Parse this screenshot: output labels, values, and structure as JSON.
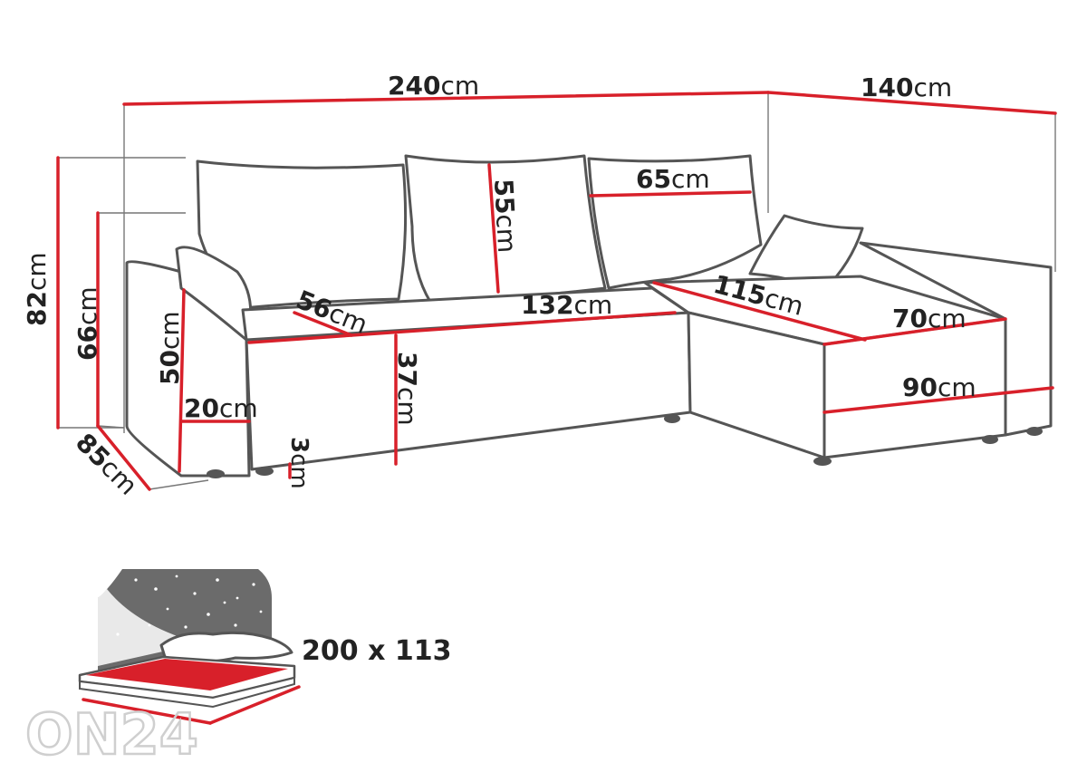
{
  "dimensions": {
    "total_length": {
      "num": "240",
      "unit": "cm"
    },
    "chaise_width": {
      "num": "140",
      "unit": "cm"
    },
    "total_height": {
      "num": "82",
      "unit": "cm"
    },
    "back_height": {
      "num": "66",
      "unit": "cm"
    },
    "armrest_height": {
      "num": "50",
      "unit": "cm"
    },
    "armrest_width": {
      "num": "20",
      "unit": "cm"
    },
    "depth": {
      "num": "85",
      "unit": "cm"
    },
    "leg_height": {
      "num": "3",
      "unit": "cm"
    },
    "seat_height": {
      "num": "37",
      "unit": "cm"
    },
    "seat_depth": {
      "num": "56",
      "unit": "cm"
    },
    "seat_width": {
      "num": "132",
      "unit": "cm"
    },
    "cushion_height": {
      "num": "55",
      "unit": "cm"
    },
    "cushion_width": {
      "num": "65",
      "unit": "cm"
    },
    "chaise_length": {
      "num": "115",
      "unit": "cm"
    },
    "chaise_seat_width": {
      "num": "70",
      "unit": "cm"
    },
    "chaise_front_width": {
      "num": "90",
      "unit": "cm"
    }
  },
  "bed": {
    "size": "200 x 113"
  },
  "watermark": {
    "text": "ON24"
  },
  "colors": {
    "accent": "#d8202a",
    "outline": "#555555",
    "night": "#6b6b6b"
  }
}
